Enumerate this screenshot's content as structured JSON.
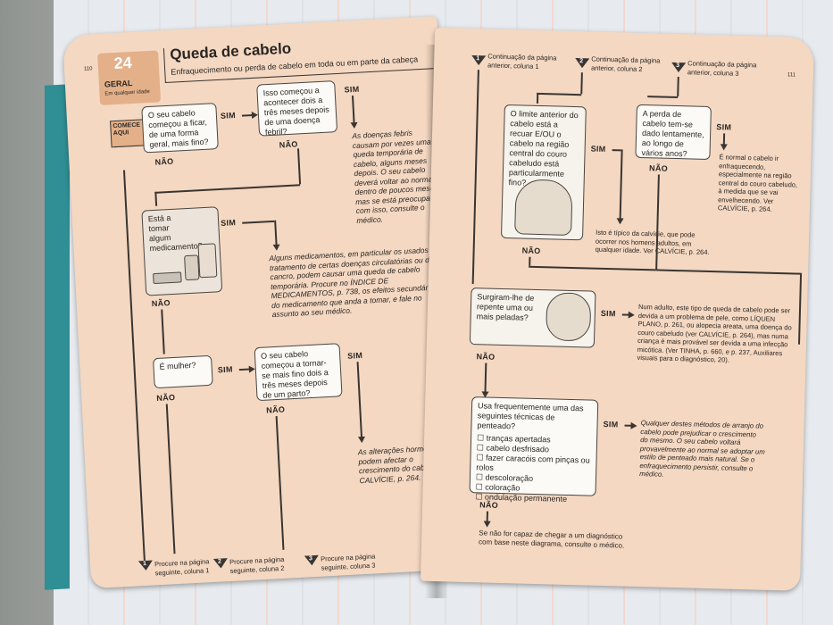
{
  "left_page": {
    "page_number": "110",
    "chapter_number": "24",
    "category": "GERAL",
    "category_sub": "Em qualquer idade",
    "title": "Queda de cabelo",
    "subtitle": "Enfraquecimento ou perda de cabelo em toda ou em parte da cabeça",
    "start_label": "COMECE AQUI",
    "q1": "O seu cabelo começou a ficar, de uma forma geral, mais fino?",
    "q2": "Isso começou a acontecer dois a três meses depois de uma doença febril?",
    "q2_yes_note": "As doenças febris causam por vezes uma queda temporária de cabelo, alguns meses depois. O seu cabelo deverá voltar ao normal dentro de poucos meses, mas se está preocupado com isso, consulte o médico.",
    "q3": "Está a tomar algum medicamento?",
    "q3_yes_note": "Alguns medicamentos, em particular os usados no tratamento de certas doenças circulatórias ou do cancro, podem causar uma queda de cabelo temporária. Procure no ÍNDICE DE MEDICAMENTOS, p. 738, os efeitos secundários do medicamento que anda a tomar, e fale no assunto ao seu médico.",
    "q4": "É mulher?",
    "q5": "O seu cabelo começou a tornar-se mais fino dois a três meses depois de um parto?",
    "q5_yes_note": "As alterações hormonais podem afectar o crescimento do cabelo. Ver CALVÍCIE, p. 264.",
    "yes": "SIM",
    "no": "NÃO",
    "goto1": "Procure na página seguinte, coluna 1",
    "goto2": "Procure na página seguinte, coluna 2",
    "goto3": "Procure na página seguinte, coluna 3",
    "n1": "1",
    "n2": "2",
    "n3": "3"
  },
  "right_page": {
    "page_number": "111",
    "cont1": "Continuação da página anterior, coluna 1",
    "cont2": "Continuação da página anterior, coluna 2",
    "cont3": "Continuação da página anterior, coluna 3",
    "r1": "O limite anterior do cabelo está a recuar E/OU o cabelo na região central do couro cabeludo está particularmente fino?",
    "r1_yes_note": "Isto é típico da calvície, que pode ocorrer nos homens adultos, em qualquer idade. Ver CALVÍCIE, p. 264.",
    "r2": "A perda de cabelo tem-se dado lentamente, ao longo de vários anos?",
    "r2_yes_note": "É normal o cabelo ir enfraquecendo, especialmente na região central do couro cabeludo, à medida que se vai envelhecendo. Ver CALVÍCIE, p. 264.",
    "r3": "Surgiram-lhe de repente uma ou mais peladas?",
    "r3_yes_note": "Num adulto, este tipo de queda de cabelo pode ser devida a um problema de pele, como LÍQUEN PLANO, p. 261, ou alopecia areata, uma doença do couro cabeludo (ver CALVÍCIE, p. 264), mas numa criança é mais provável ser devida a uma infecção micótica. (Ver TINHA, p. 660, e p. 237, Auxiliares visuais para o diagnóstico, 20).",
    "r4": "Usa frequentemente uma das seguintes técnicas de penteado?",
    "r4_options": [
      "tranças apertadas",
      "cabelo desfrisado",
      "fazer caracóis com pinças ou rolos",
      "descoloração",
      "coloração",
      "ondulação permanente"
    ],
    "r4_yes_note": "Qualquer destes métodos de arranjo do cabelo pode prejudicar o crescimento do mesmo. O seu cabelo voltará provavelmente ao normal se adoptar um estilo de penteado mais natural. Se o enfraquecimento persistir, consulte o médico.",
    "final_note": "Se não for capaz de chegar a um diagnóstico com base neste diagrama, consulte o médico.",
    "yes": "SIM",
    "no": "NÃO",
    "n1": "1",
    "n2": "2",
    "n3": "3"
  },
  "colors": {
    "page": "#f4d8c2",
    "box": "#fbfaf6",
    "ink": "#3a3531",
    "tab": "#e3b089",
    "cover": "#2f8f95"
  }
}
